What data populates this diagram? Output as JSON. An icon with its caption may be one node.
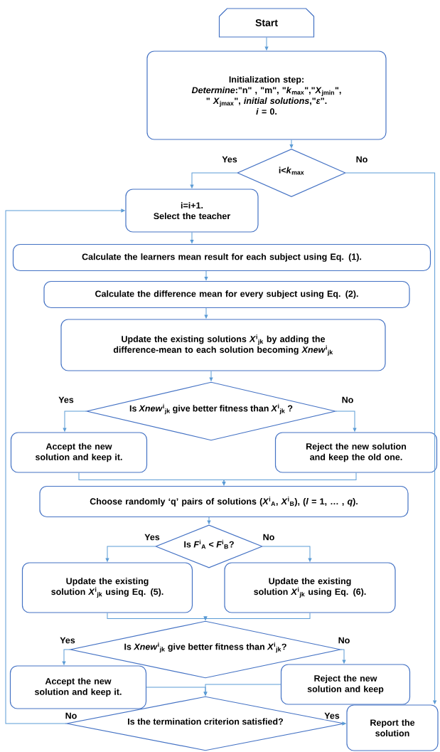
{
  "diagram": {
    "nodes": [
      {
        "text": [
          "Start"
        ]
      },
      {
        "text": [
          "Initialization step:",
          "*Determine*:\"n\" , \"m\", \"*k*$_{max}$\",\"*X*$_{jmin}$\", \" *X*$_{jmax}$\", *initial solutions*,\"*ε*\".",
          "*i* = 0."
        ]
      },
      {
        "text": [
          "i<*k*$_{max}$"
        ]
      },
      {
        "text": [
          "i=i+1.",
          "Select the teacher"
        ]
      },
      {
        "text": [
          "Calculate the learners mean result for each subject using Eq. (1)."
        ]
      },
      {
        "text": [
          "Calculate the difference mean for every subject using Eq. (2)."
        ]
      },
      {
        "text": [
          "Update the existing solutions *X*$^{i}$$_{jk}$ by adding the difference-mean to each solution becoming *Xnew*$^{i}$$_{jk}$"
        ]
      },
      {
        "text": [
          "Is *Xnew*$^{i}$$_{jk}$ give better fitness than *X*$^{i}$$_{jk}$ ?"
        ]
      },
      {
        "text": [
          "Accept the new solution and keep it."
        ]
      },
      {
        "text": [
          "Reject the new solution and keep the old one."
        ]
      },
      {
        "text": [
          "Choose randomly ‘q’ pairs of solutions (*X*$^{i}$$_{A}$, *X*$^{i}$$_{B}$), (*l* = 1, … , *q*)."
        ]
      },
      {
        "text": [
          "Is *F*$^{i}$$_{A}$ <  *F*$^{i}$$_{B}$?"
        ]
      },
      {
        "text": [
          "Update the existing solution *X*$^{i}$$_{jk}$ using Eq. (5)."
        ]
      },
      {
        "text": [
          "Update the existing solution *X*$^{i}$$_{jk}$ using Eq. (6)."
        ]
      },
      {
        "text": [
          "Is *Xnew*$^{i}$$_{jk}$ give better fitness than *X*$^{i}$$_{jk}$?"
        ]
      },
      {
        "text": [
          "Accept the new solution and keep it."
        ]
      },
      {
        "text": [
          "Reject the new solution and keep"
        ]
      },
      {
        "text": [
          "Is the termination criterion satisfied?"
        ]
      },
      {
        "text": [
          "Report the solution"
        ]
      }
    ],
    "edges": [
      {
        "from": 0,
        "to": 1,
        "arrow": "to"
      },
      {
        "from": 1,
        "to": 2,
        "arrow": "to"
      },
      {
        "from": 2,
        "to": 3,
        "arrow": "to",
        "label": "Yes"
      },
      {
        "from": 2,
        "to": 18,
        "arrow": "to",
        "label": "No"
      },
      {
        "from": 3,
        "to": 4,
        "arrow": "to"
      },
      {
        "from": 4,
        "to": 5,
        "arrow": "to"
      },
      {
        "from": 5,
        "to": 6,
        "arrow": "to"
      },
      {
        "from": 6,
        "to": 7,
        "arrow": "to"
      },
      {
        "from": 7,
        "to": 8,
        "arrow": "to",
        "label": "Yes"
      },
      {
        "from": 7,
        "to": 9,
        "arrow": "to",
        "label": "No"
      },
      {
        "from": 8,
        "to": 10,
        "arrow": "to"
      },
      {
        "from": 9,
        "to": 10,
        "arrow": "to"
      },
      {
        "from": 10,
        "to": 11,
        "arrow": "to"
      },
      {
        "from": 11,
        "to": 12,
        "arrow": "to",
        "label": "Yes"
      },
      {
        "from": 11,
        "to": 13,
        "arrow": "to",
        "label": "No"
      },
      {
        "from": 12,
        "to": 14,
        "arrow": "to"
      },
      {
        "from": 13,
        "to": 14,
        "arrow": "to"
      },
      {
        "from": 14,
        "to": 15,
        "arrow": "to",
        "label": "Yes"
      },
      {
        "from": 14,
        "to": 16,
        "arrow": "to",
        "label": "No"
      },
      {
        "from": 15,
        "to": 17,
        "arrow": "to"
      },
      {
        "from": 16,
        "to": 17,
        "arrow": "to"
      },
      {
        "from": 17,
        "to": 18,
        "arrow": "to",
        "label": "Yes"
      },
      {
        "from": 17,
        "to": 3,
        "arrow": "to",
        "label": "No"
      }
    ]
  }
}
